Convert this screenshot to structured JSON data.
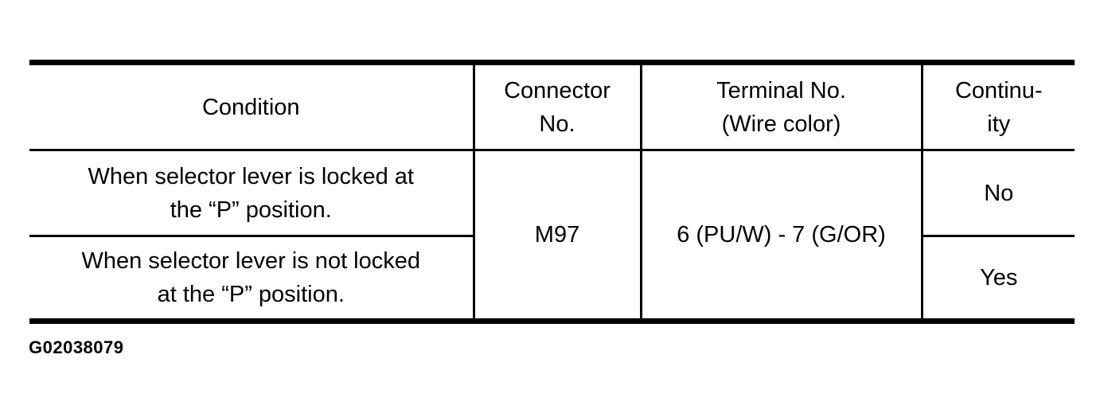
{
  "table": {
    "headers": {
      "condition": "Condition",
      "connector_no": "Connector\nNo.",
      "terminal_no": "Terminal No.\n(Wire color)",
      "continuity": "Continu-\nity"
    },
    "rows": [
      {
        "condition": "When selector lever is locked at\nthe “P” position.",
        "continuity": "No"
      },
      {
        "condition": "When selector lever is not locked\nat the “P” position.",
        "continuity": "Yes"
      }
    ],
    "connector_no": "M97",
    "terminal_no": "6 (PU/W) - 7 (G/OR)"
  },
  "figure_id": "G02038079",
  "colors": {
    "background": "#ffffff",
    "text": "#000000",
    "border": "#000000"
  }
}
